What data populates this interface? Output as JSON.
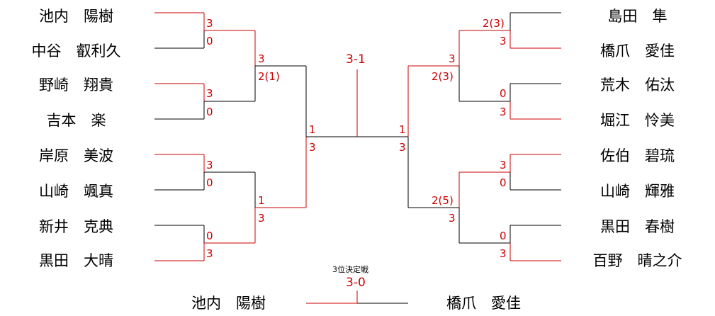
{
  "left_players": [
    "池内　陽樹",
    "中谷　叡利久",
    "野崎　翔貴",
    "吉本　楽",
    "岸原　美波",
    "山崎　颯真",
    "新井　克典",
    "黒田　大晴"
  ],
  "right_players": [
    "島田　隼",
    "橋爪　愛佳",
    "荒木　佑汰",
    "堀江　怜美",
    "佐伯　碧琉",
    "山崎　輝雅",
    "黒田　春樹",
    "百野　晴之介"
  ],
  "left_r1_scores": [
    "3",
    "0",
    "3",
    "0",
    "3",
    "0",
    "0",
    "3"
  ],
  "right_r1_scores": [
    "2(3)",
    "3",
    "0",
    "3",
    "3",
    "0",
    "0",
    "3"
  ],
  "left_sf_scores": [
    "3",
    "2(1)",
    "1",
    "3"
  ],
  "right_sf_scores": [
    "3",
    "2(3)",
    "2(5)",
    "3"
  ],
  "final_scores": {
    "left_top": "1",
    "left_bottom": "3",
    "right_top": "1",
    "right_bottom": "3",
    "result": "3-1"
  },
  "third_place": {
    "caption": "3位決定戦",
    "result": "3-0",
    "left_player": "池内　陽樹",
    "right_player": "橋爪　愛佳"
  },
  "colors": {
    "winner_line": "#cc0000",
    "loser_line": "#000000",
    "score_text": "#cc0000"
  }
}
